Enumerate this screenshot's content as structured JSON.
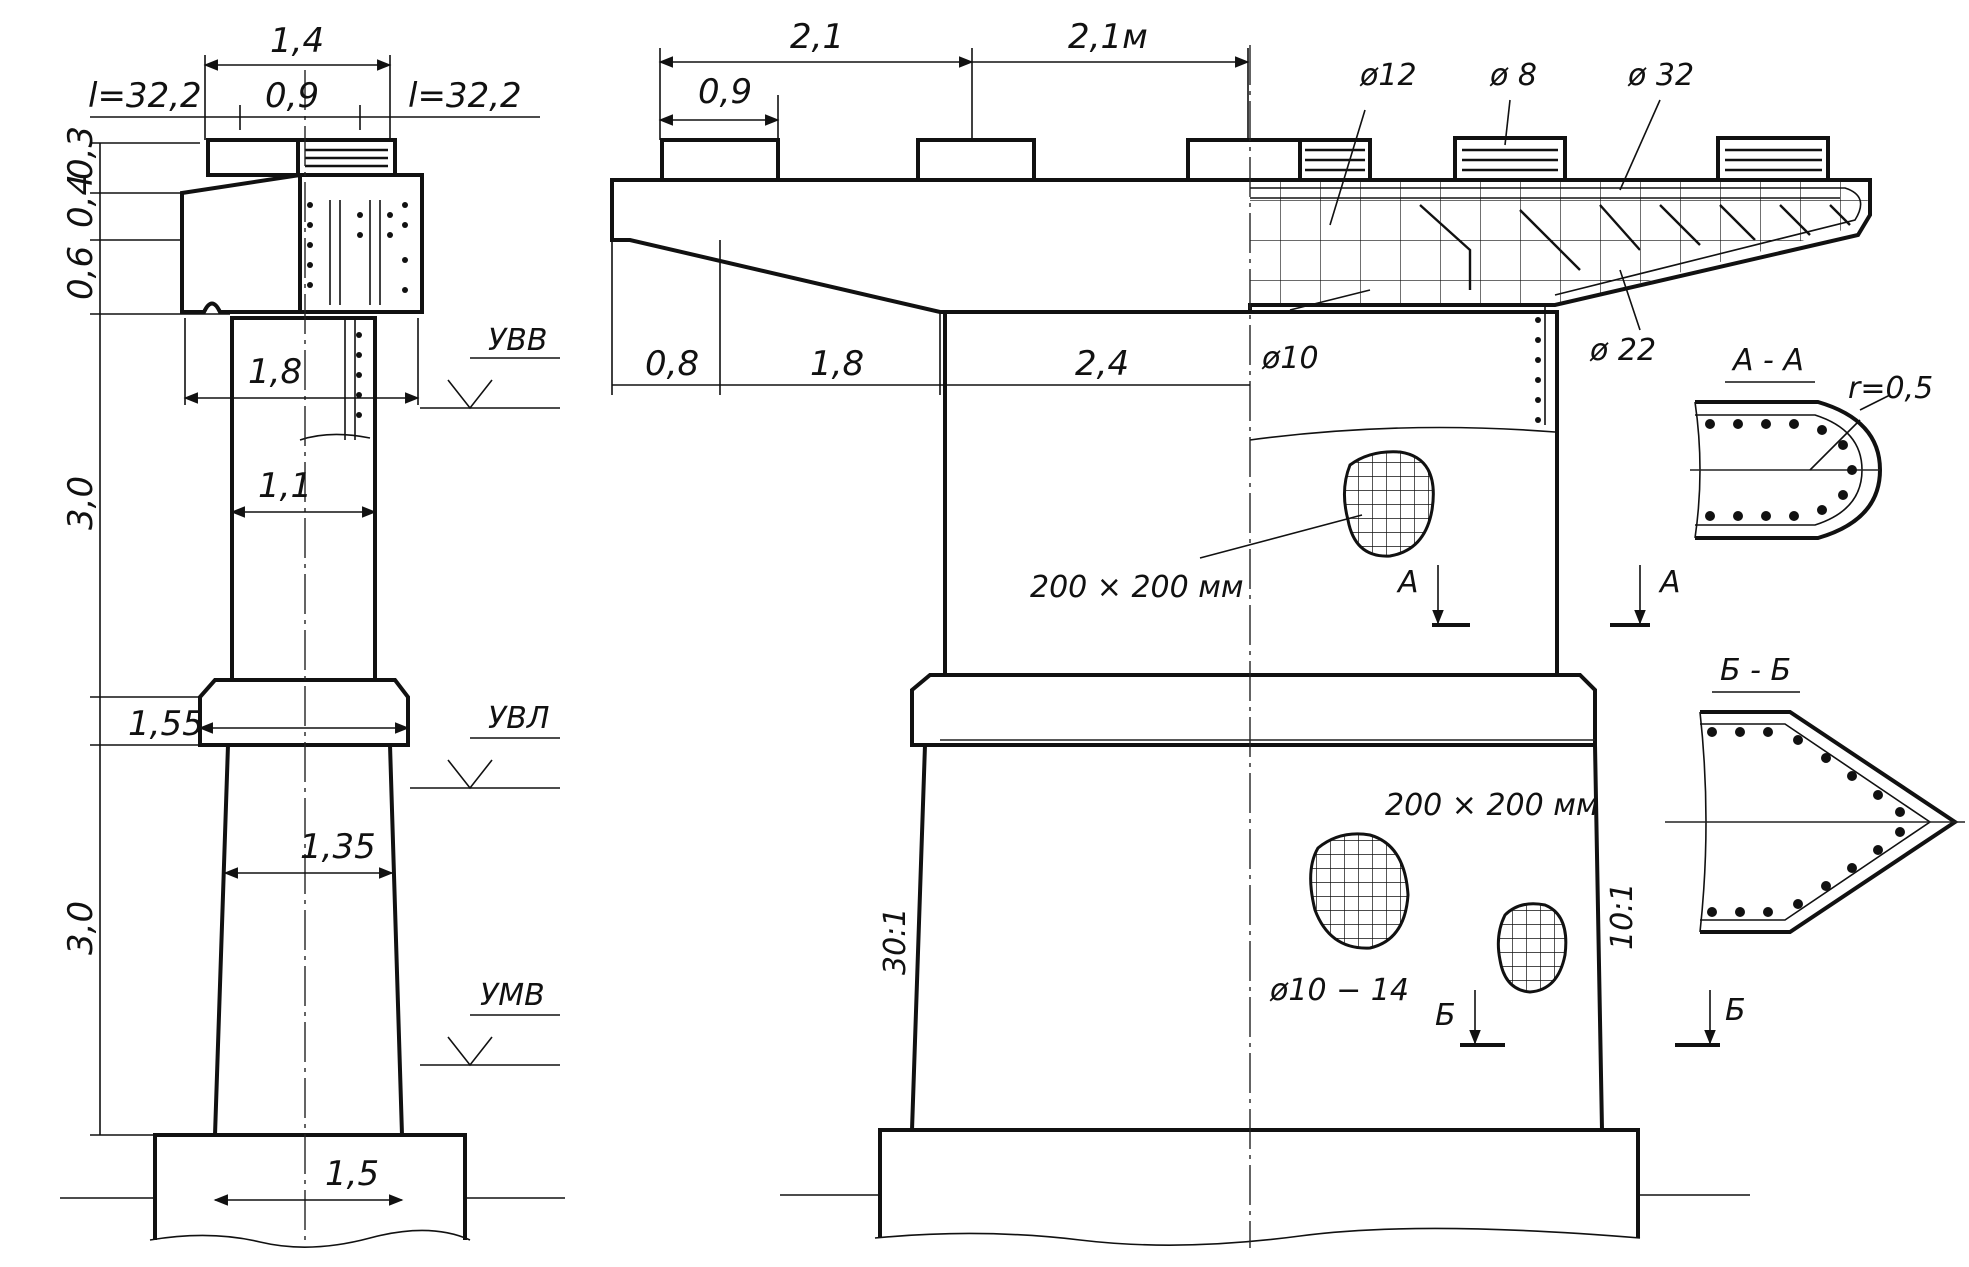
{
  "side_view": {
    "top_width": "1,4",
    "bearing_width": "0,9",
    "span_left": "l=32,2",
    "span_right": "l=32,2",
    "height_1": "0,3",
    "height_2": "0,4",
    "height_3": "0,6",
    "height_column": "3,0",
    "height_base": "3,0",
    "cap_width": "1,8",
    "column_width": "1,1",
    "ring_width": "1,55",
    "base_width": "1,35",
    "footing_width": "1,5",
    "level_high": "УВВ",
    "level_ice": "УВЛ",
    "level_low": "УМВ"
  },
  "front_view": {
    "dim_left_top": "2,1",
    "dim_right_top": "2,1м",
    "dim_bearing": "0,9",
    "dim_bottom_1": "0,8",
    "dim_bottom_2": "1,8",
    "dim_bottom_3": "2,4",
    "rebar_12": "ø12",
    "rebar_8": "ø 8",
    "rebar_32": "ø 32",
    "rebar_10": "ø10",
    "rebar_22": "ø 22",
    "mesh_upper": "200 × 200 мм",
    "mesh_lower": "200 × 200 мм",
    "rebar_range": "ø10 − 14",
    "batter_left": "30:1",
    "batter_right": "10:1",
    "cut_a_left": "А",
    "cut_a_right": "А",
    "cut_b_left": "Б",
    "cut_b_right": "Б"
  },
  "section_aa": {
    "title": "А - А",
    "radius": "r=0,5"
  },
  "section_bb": {
    "title": "Б - Б"
  }
}
